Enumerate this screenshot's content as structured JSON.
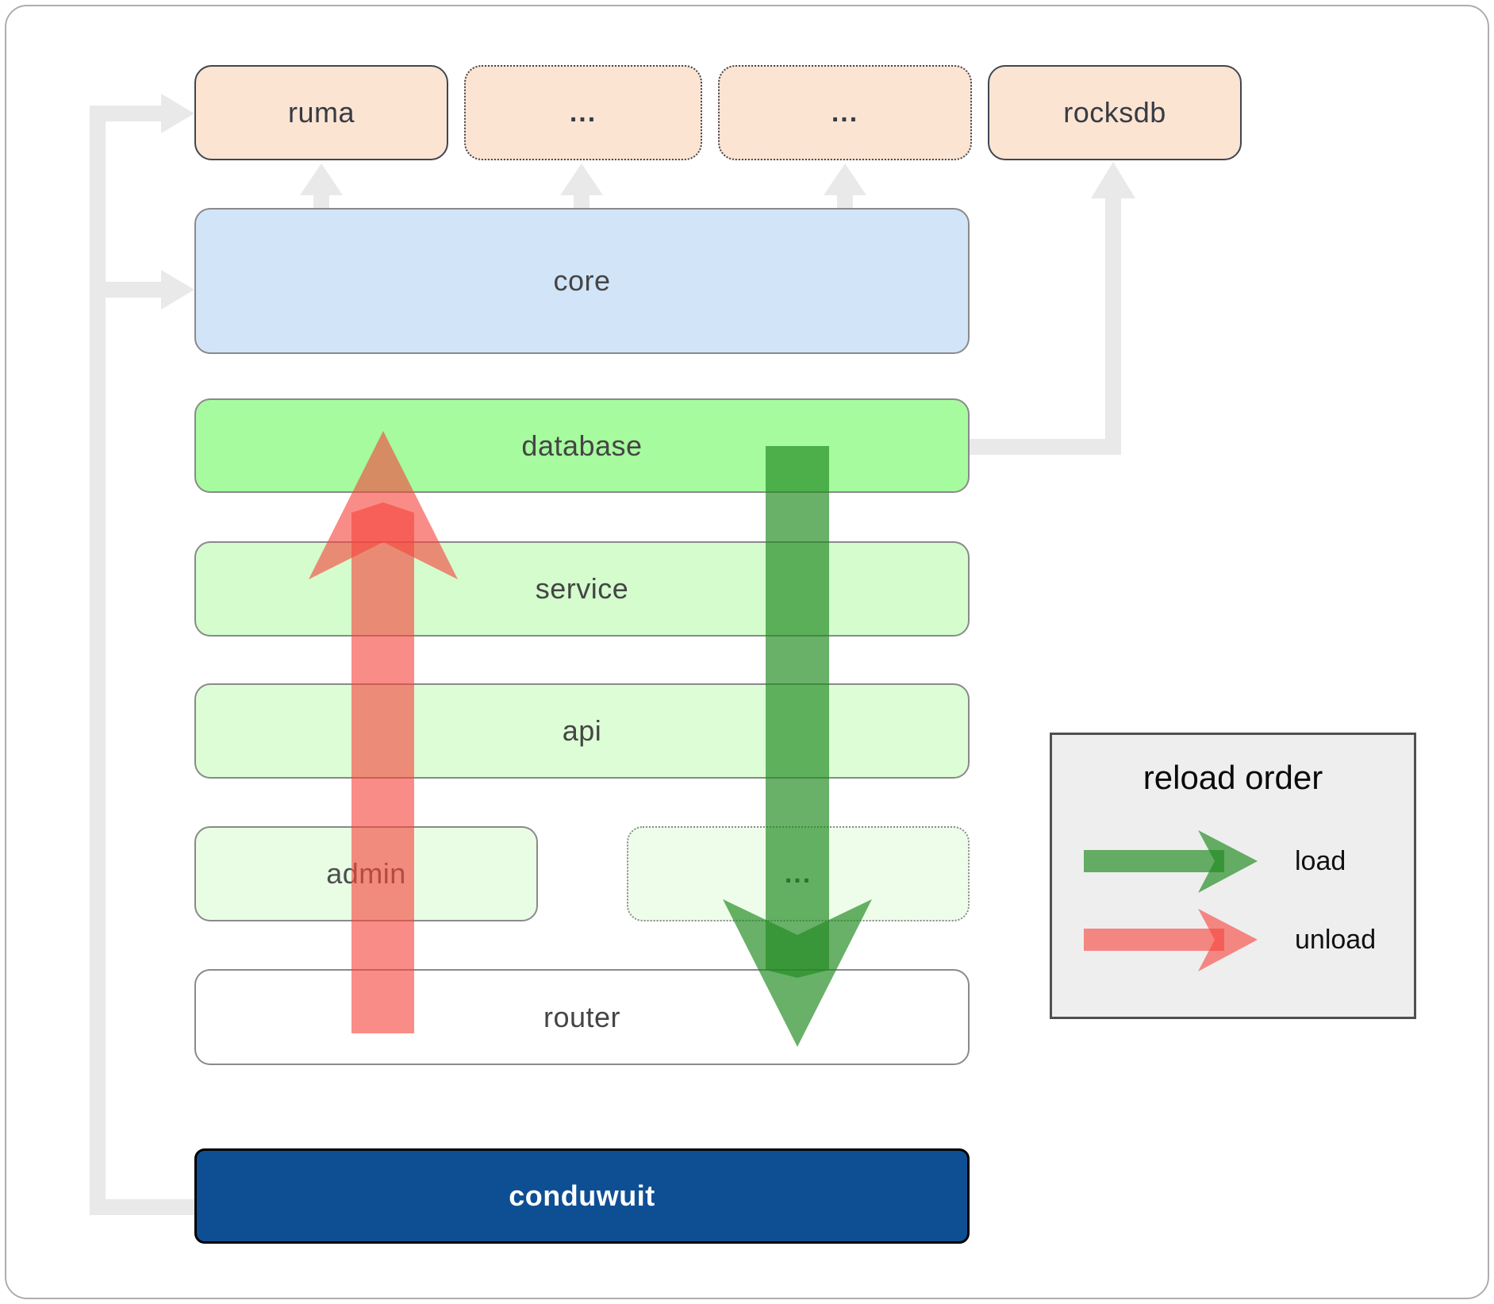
{
  "nodes": {
    "ruma": "ruma",
    "ellipsis_top_1": "...",
    "ellipsis_top_2": "...",
    "rocksdb": "rocksdb",
    "core": "core",
    "database": "database",
    "service": "service",
    "api": "api",
    "admin": "admin",
    "ellipsis_bottom": "...",
    "router": "router",
    "conduwuit": "conduwuit"
  },
  "legend": {
    "title": "reload order",
    "load_label": "load",
    "unload_label": "unload"
  },
  "colors": {
    "crate_fill": "#fce4d2",
    "core_fill": "#d2e4f8",
    "database_fill": "#a6fb9e",
    "service_fill": "#d4fccd",
    "api_fill": "#ddfdd6",
    "admin_fill": "#e9fde4",
    "dots3_fill": "#eefdea",
    "app_fill": "#0e4f94",
    "legend_fill": "#eeeeee",
    "connector_gray": "#e9e9e9",
    "load_green": "rgba(34,139,34,0.68)",
    "unload_red": "rgba(246,70,62,0.62)"
  }
}
